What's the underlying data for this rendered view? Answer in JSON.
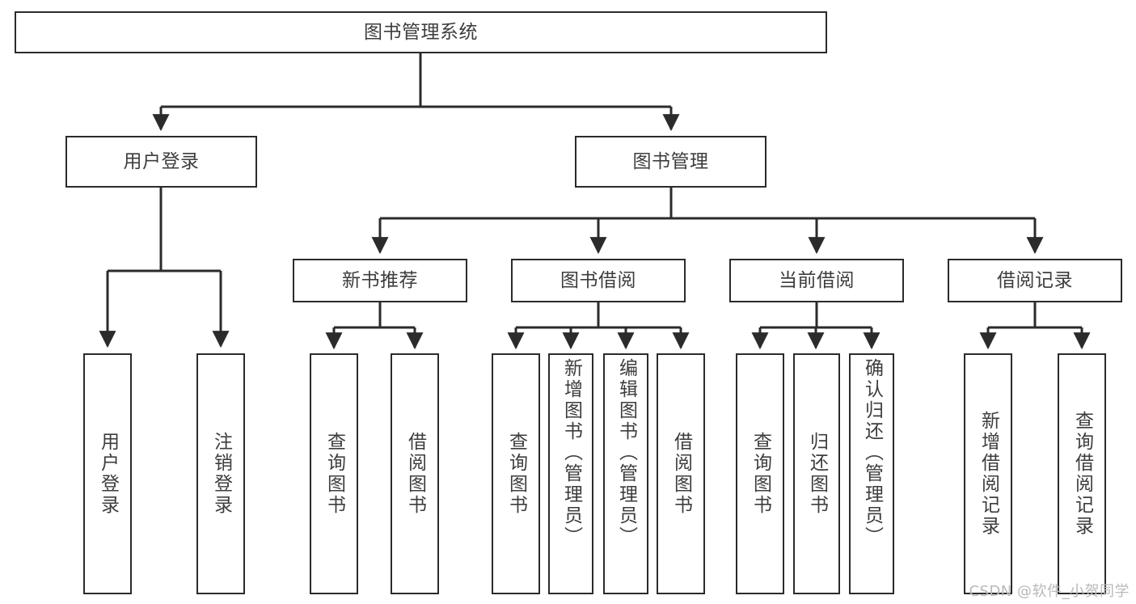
{
  "diagram": {
    "title": "图书管理系统",
    "type": "tree",
    "root": {
      "label": "图书管理系统"
    },
    "level2": [
      {
        "label": "用户登录"
      },
      {
        "label": "图书管理"
      }
    ],
    "level3": [
      {
        "label": "新书推荐"
      },
      {
        "label": "图书借阅"
      },
      {
        "label": "当前借阅"
      },
      {
        "label": "借阅记录"
      }
    ],
    "leaves": {
      "user_login": [
        {
          "label": "用户登录"
        },
        {
          "label": "注销登录"
        }
      ],
      "new_book_recommend": [
        {
          "label": "查询图书"
        },
        {
          "label": "借阅图书"
        }
      ],
      "book_borrow": [
        {
          "label": "查询图书"
        },
        {
          "label": "新增图书（管理员）"
        },
        {
          "label": "编辑图书（管理员）"
        },
        {
          "label": "借阅图书"
        }
      ],
      "current_borrow": [
        {
          "label": "查询图书"
        },
        {
          "label": "归还图书"
        },
        {
          "label": "确认归还（管理员）"
        }
      ],
      "borrow_record": [
        {
          "label": "新增借阅记录"
        },
        {
          "label": "查询借阅记录"
        }
      ]
    }
  },
  "watermark": {
    "text": "CSDN @软件_小贺同学"
  },
  "colors": {
    "stroke": "#2b2b2b",
    "text": "#3d3d3d",
    "background": "#ffffff",
    "watermark": "#b9b9b9"
  }
}
